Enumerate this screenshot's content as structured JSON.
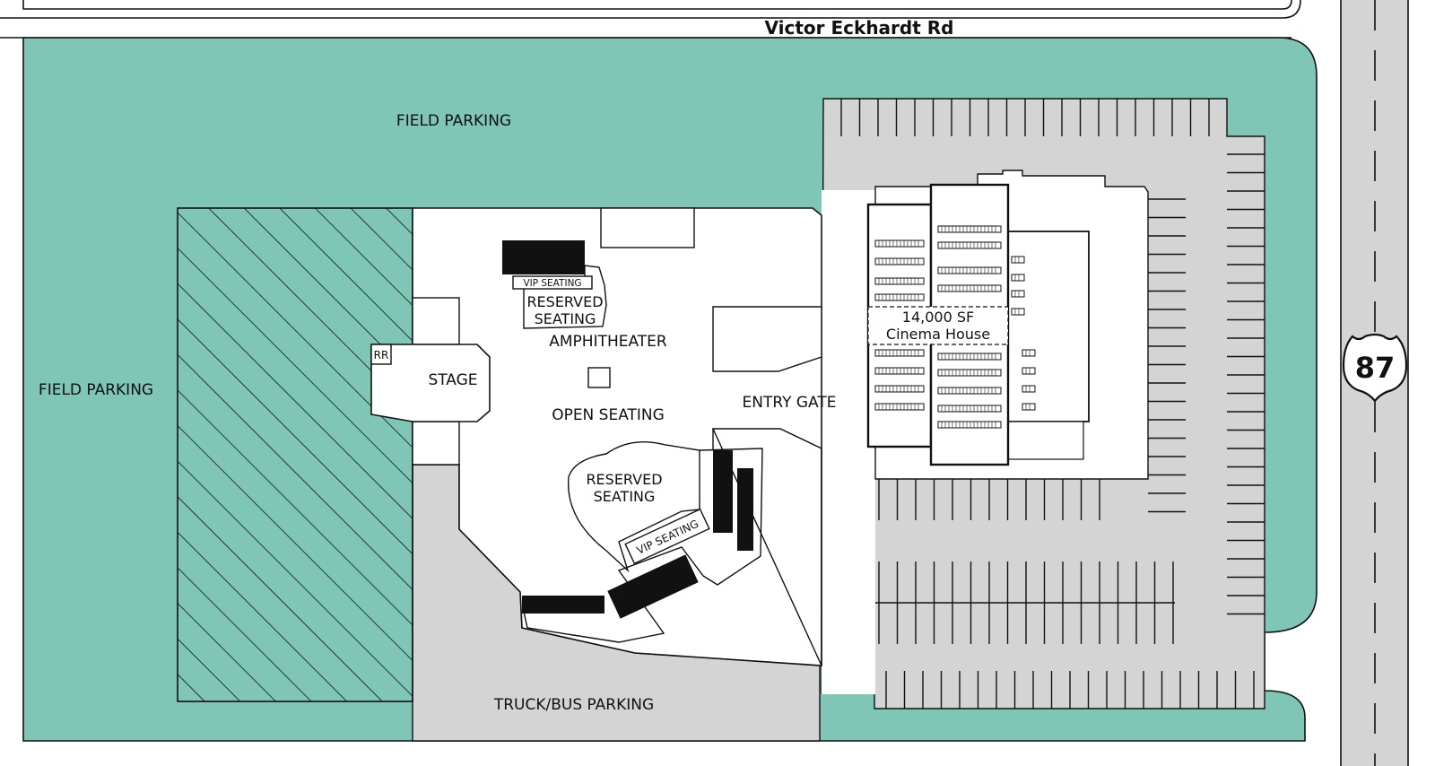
{
  "roads": {
    "top_road": "Victor Eckhardt Rd",
    "highway_number": "87"
  },
  "labels": {
    "field_parking_top": "FIELD PARKING",
    "field_parking_left": "FIELD PARKING",
    "stage": "STAGE",
    "restroom": "RR",
    "amphitheater": "AMPHITHEATER",
    "open_seating": "OPEN SEATING",
    "entry_gate": "ENTRY GATE",
    "truck_bus_parking": "TRUCK/BUS PARKING",
    "vip_seating_top": "VIP SEATING",
    "reserved_seating_top_line1": "RESERVED",
    "reserved_seating_top_line2": "SEATING",
    "reserved_seating_bottom_line1": "RESERVED",
    "reserved_seating_bottom_line2": "SEATING",
    "vip_seating_bottom": "VIP SEATING",
    "cinema_area": "14,000 SF",
    "cinema_name": "Cinema House"
  },
  "colors": {
    "field": "#7fc6b6",
    "pavement": "#d4d4d4",
    "outline": "#111111",
    "seating_block": "#111111"
  },
  "icons": {
    "highway_shield": "us-route-shield-icon"
  }
}
